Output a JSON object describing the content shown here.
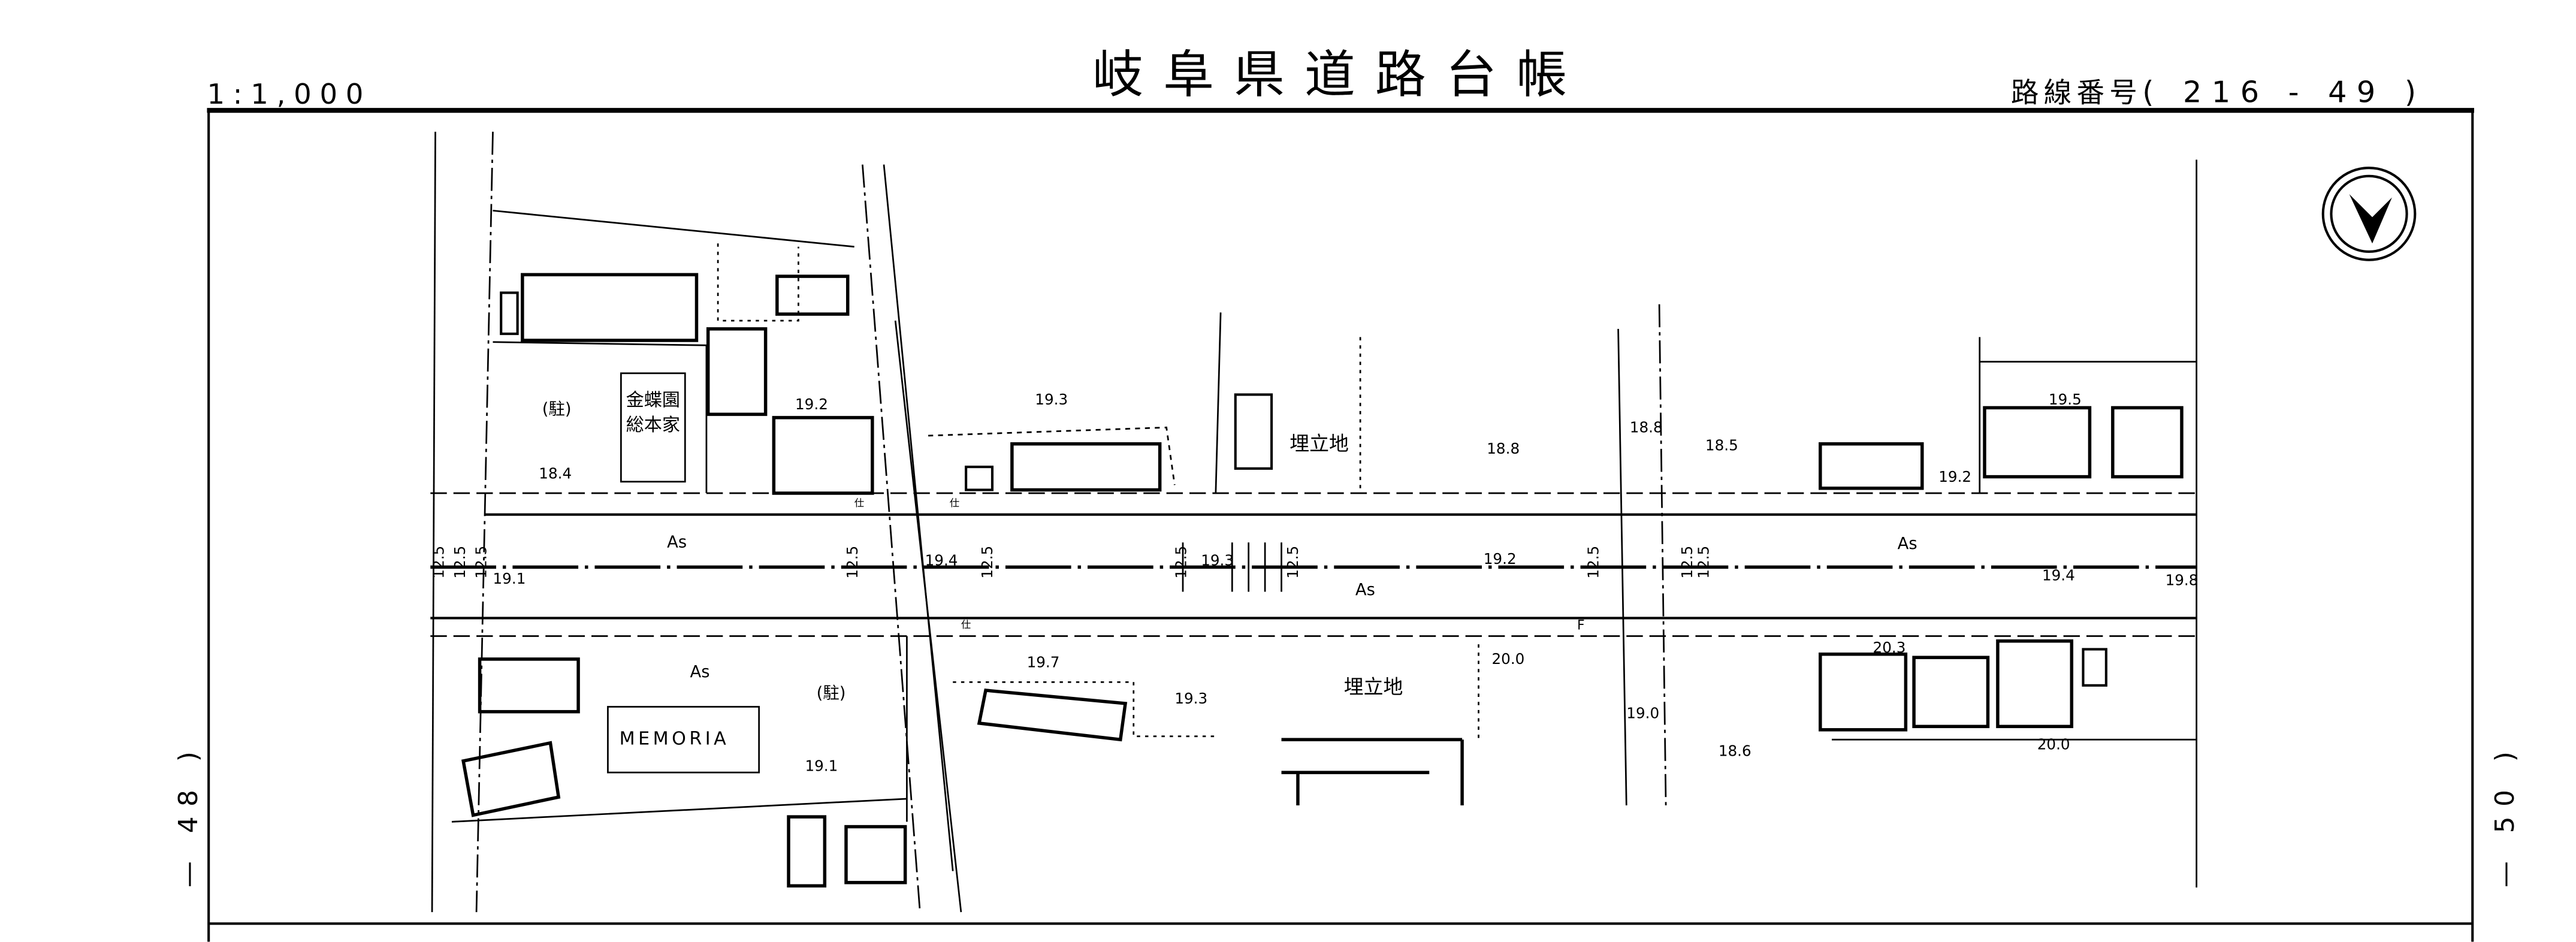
{
  "header": {
    "scale": "1:1,000",
    "title": "岐阜県道路台帳",
    "route_label": "路線番号",
    "route_number": "( 216 - 49 )"
  },
  "sheet_refs": {
    "left": "— 48 )",
    "right": "— 50 )"
  },
  "compass": {
    "icon": "north-arrow-icon"
  },
  "map": {
    "surface_labels": [
      "As",
      "As",
      "As",
      "As"
    ],
    "parking_labels": [
      "(駐)",
      "(駐)"
    ],
    "buildings": {
      "kinchoen_1": "金蝶園",
      "kinchoen_2": "総本家",
      "memoria": "MEMORIA"
    },
    "landfill_labels": [
      "埋立地",
      "埋立地"
    ],
    "road_width_labels": [
      "12.5",
      "12.5",
      "12.5",
      "12.5",
      "12.5",
      "12.5",
      "12.5",
      "12.5",
      "12.5",
      "12.5"
    ],
    "elevations": [
      "18.4",
      "19.2",
      "19.3",
      "18.8",
      "18.8",
      "18.5",
      "19.5",
      "19.2",
      "19.1",
      "19.4",
      "19.3",
      "19.2",
      "19.4",
      "19.8",
      "19.7",
      "19.3",
      "20.0",
      "19.0",
      "18.6",
      "20.3",
      "20.0",
      "19.1"
    ],
    "small_marks": [
      "仕",
      "仕",
      "仕",
      "F"
    ]
  }
}
